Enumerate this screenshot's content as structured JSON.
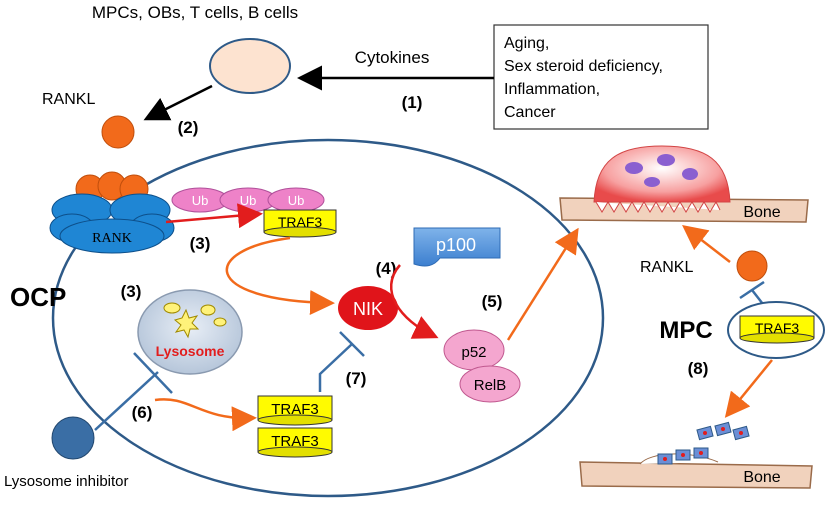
{
  "labels": {
    "mpcs_obs": "MPCs, OBs, T cells, B cells",
    "cytokines": "Cytokines",
    "rankl_top": "RANKL",
    "rankl_right": "RANKL",
    "rank": "RANK",
    "ocp": "OCP",
    "lysosome": "Lysosome",
    "lysosome_inhibitor": "Lysosome inhibitor",
    "nik": "NIK",
    "p100": "p100",
    "p52": "p52",
    "relb": "RelB",
    "traf3_top": "TRAF3",
    "traf3_a": "TRAF3",
    "traf3_b": "TRAF3",
    "traf3_mpc": "TRAF3",
    "mpc": "MPC",
    "bone_top": "Bone",
    "bone_bottom": "Bone",
    "ub1": "Ub",
    "ub2": "Ub",
    "ub3": "Ub"
  },
  "factors_box": {
    "lines": [
      "Aging,",
      "Sex steroid deficiency,",
      "Inflammation,",
      "Cancer"
    ]
  },
  "steps": {
    "s1": "(1)",
    "s2": "(2)",
    "s3a": "(3)",
    "s3b": "(3)",
    "s4": "(4)",
    "s5": "(5)",
    "s6": "(6)",
    "s7": "(7)",
    "s8": "(8)"
  },
  "colors": {
    "cell_border": "#2e5a88",
    "orange": "#f26a1b",
    "red_arrow": "#e21d1d",
    "inhibit_blue": "#3a6ea5",
    "nik_red": "#e0141a",
    "traf3_yellow": "#fffb00",
    "ub_pink": "#ee82c8",
    "pink": "#f4a6cf",
    "rank_blue": "#1f86d4",
    "bone": "#f1d2bd",
    "p100_blue": "#4a90d9"
  }
}
